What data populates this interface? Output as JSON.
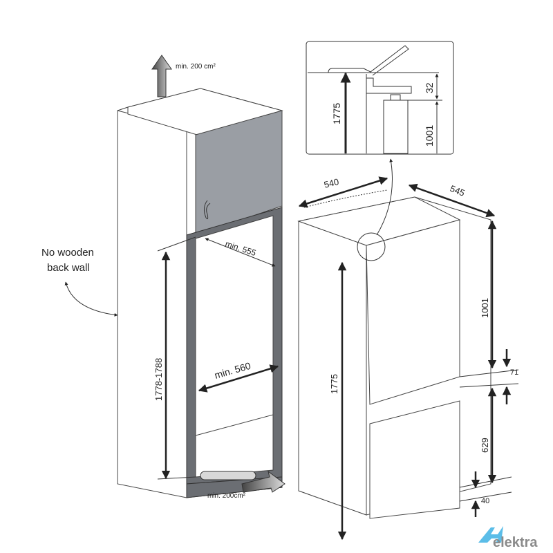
{
  "cabinet": {
    "top_vent_label": "min. 200 cm²",
    "bottom_vent_label": "min. 200cm²",
    "back_wall_note_line1": "No wooden",
    "back_wall_note_line2": "back wall",
    "depth_label": "min. 555",
    "width_label": "min. 560",
    "height_label": "1778-1788"
  },
  "appliance": {
    "width_label": "540",
    "depth_label": "545",
    "total_height_label": "1775",
    "upper_height_label": "1001",
    "gap_label": "71",
    "lower_height_label": "629",
    "base_label": "40"
  },
  "detail": {
    "height_label": "1775",
    "hinge_label": "32",
    "upper_label": "1001"
  },
  "logo": {
    "text": "elektra",
    "color": "#5bbde8"
  }
}
